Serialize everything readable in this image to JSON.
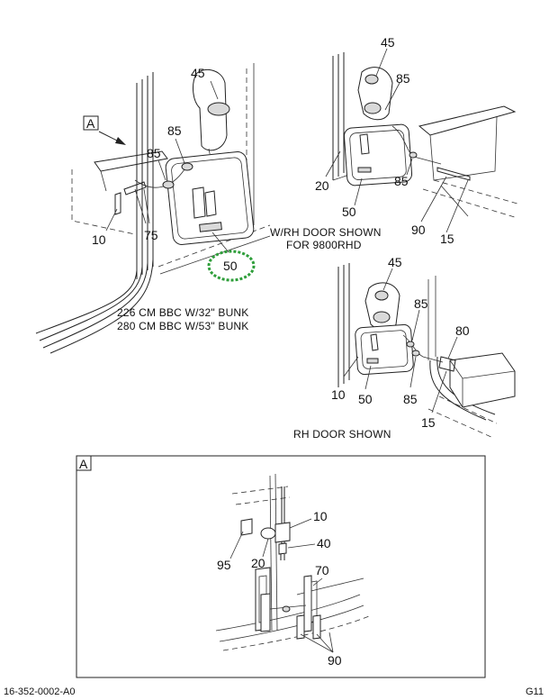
{
  "diagram": {
    "view_letter": "A",
    "captions": {
      "main_line1": "226 CM BBC W/32\" BUNK",
      "main_line2": "280 CM BBC W/53\" BUNK",
      "rh9800_line1": "W/RH DOOR SHOWN",
      "rh9800_line2": "FOR 9800RHD",
      "rh": "RH DOOR SHOWN"
    },
    "footer": {
      "left": "16-352-0002-A0",
      "right": "G11"
    },
    "main_view": {
      "callouts": [
        "45",
        "85",
        "85",
        "10",
        "75",
        "50"
      ]
    },
    "rh9800_view": {
      "callouts": [
        "45",
        "85",
        "20",
        "50",
        "85",
        "90",
        "15"
      ]
    },
    "rh_view": {
      "callouts": [
        "45",
        "85",
        "80",
        "10",
        "50",
        "85",
        "15"
      ]
    },
    "detail_a": {
      "label": "A",
      "callouts": [
        "10",
        "40",
        "95",
        "20",
        "70",
        "90"
      ]
    },
    "highlight_color": "#2e9e3a"
  }
}
